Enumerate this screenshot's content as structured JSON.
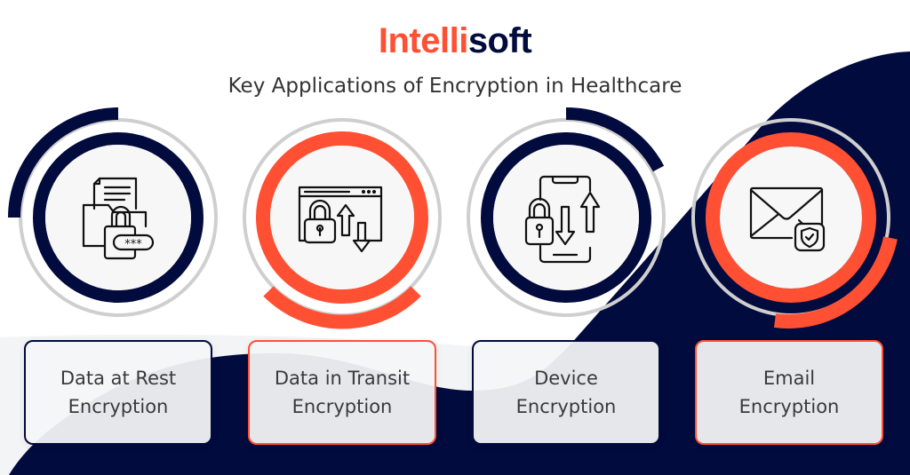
{
  "brand": {
    "logo_part1": "Intelli",
    "logo_part2": "soft",
    "accent_color": "#ff5034",
    "navy_color": "#020b3d"
  },
  "header": {
    "title": "Key Applications of Encryption in Healthcare"
  },
  "applications": [
    {
      "icon": "folder-lock-password-icon",
      "ring_color": "#020b3d",
      "line1": "Data at Rest",
      "line2": "Encryption"
    },
    {
      "icon": "browser-lock-transfer-icon",
      "ring_color": "#ff5034",
      "line1": "Data in Transit",
      "line2": "Encryption"
    },
    {
      "icon": "phone-lock-transfer-icon",
      "ring_color": "#020b3d",
      "line1": "Device",
      "line2": "Encryption"
    },
    {
      "icon": "envelope-shield-icon",
      "ring_color": "#ff5034",
      "line1": "Email",
      "line2": "Encryption"
    }
  ]
}
